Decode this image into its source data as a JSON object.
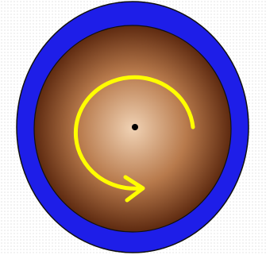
{
  "colors": {
    "background": "#ffffff",
    "background_dots": "#c9c9c9",
    "outer_ring": "#1e1ee8",
    "outline": "#101010",
    "disk_center": "#f0d2b4",
    "disk_mid": "#b87a4c",
    "disk_edge": "#5e2a10",
    "rotation_arrow": "#ffff00",
    "center_dot": "#000000"
  },
  "icons": {
    "disk": "rotating-disk",
    "rotation": "clockwise-rotation-arrow",
    "axis": "center-axis-dot"
  }
}
